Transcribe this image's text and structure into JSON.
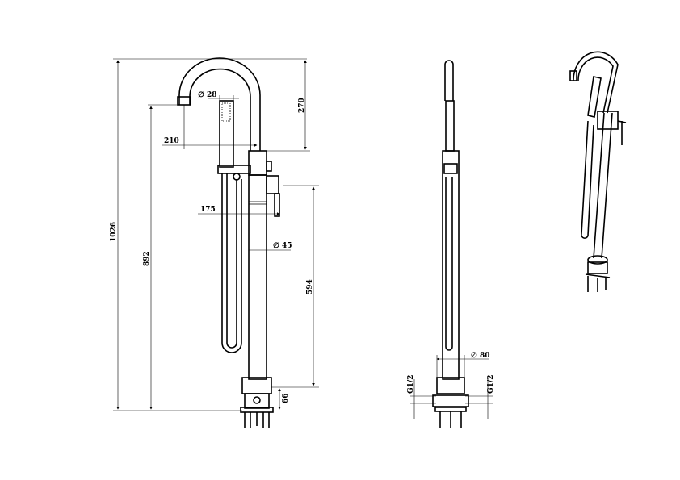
{
  "dimensions": {
    "overall_height": "1026",
    "spout_outlet_height": "892",
    "spout_rise": "270",
    "spout_reach": "210",
    "handle_reach": "175",
    "handshower_diameter": "∅ 28",
    "column_diameter": "∅ 45",
    "handle_height": "594",
    "base_height": "66",
    "base_diameter": "∅ 80",
    "inlet_left": "G1/2",
    "inlet_right": "G1/2"
  },
  "colors": {
    "line": "#000000",
    "background": "#ffffff"
  }
}
